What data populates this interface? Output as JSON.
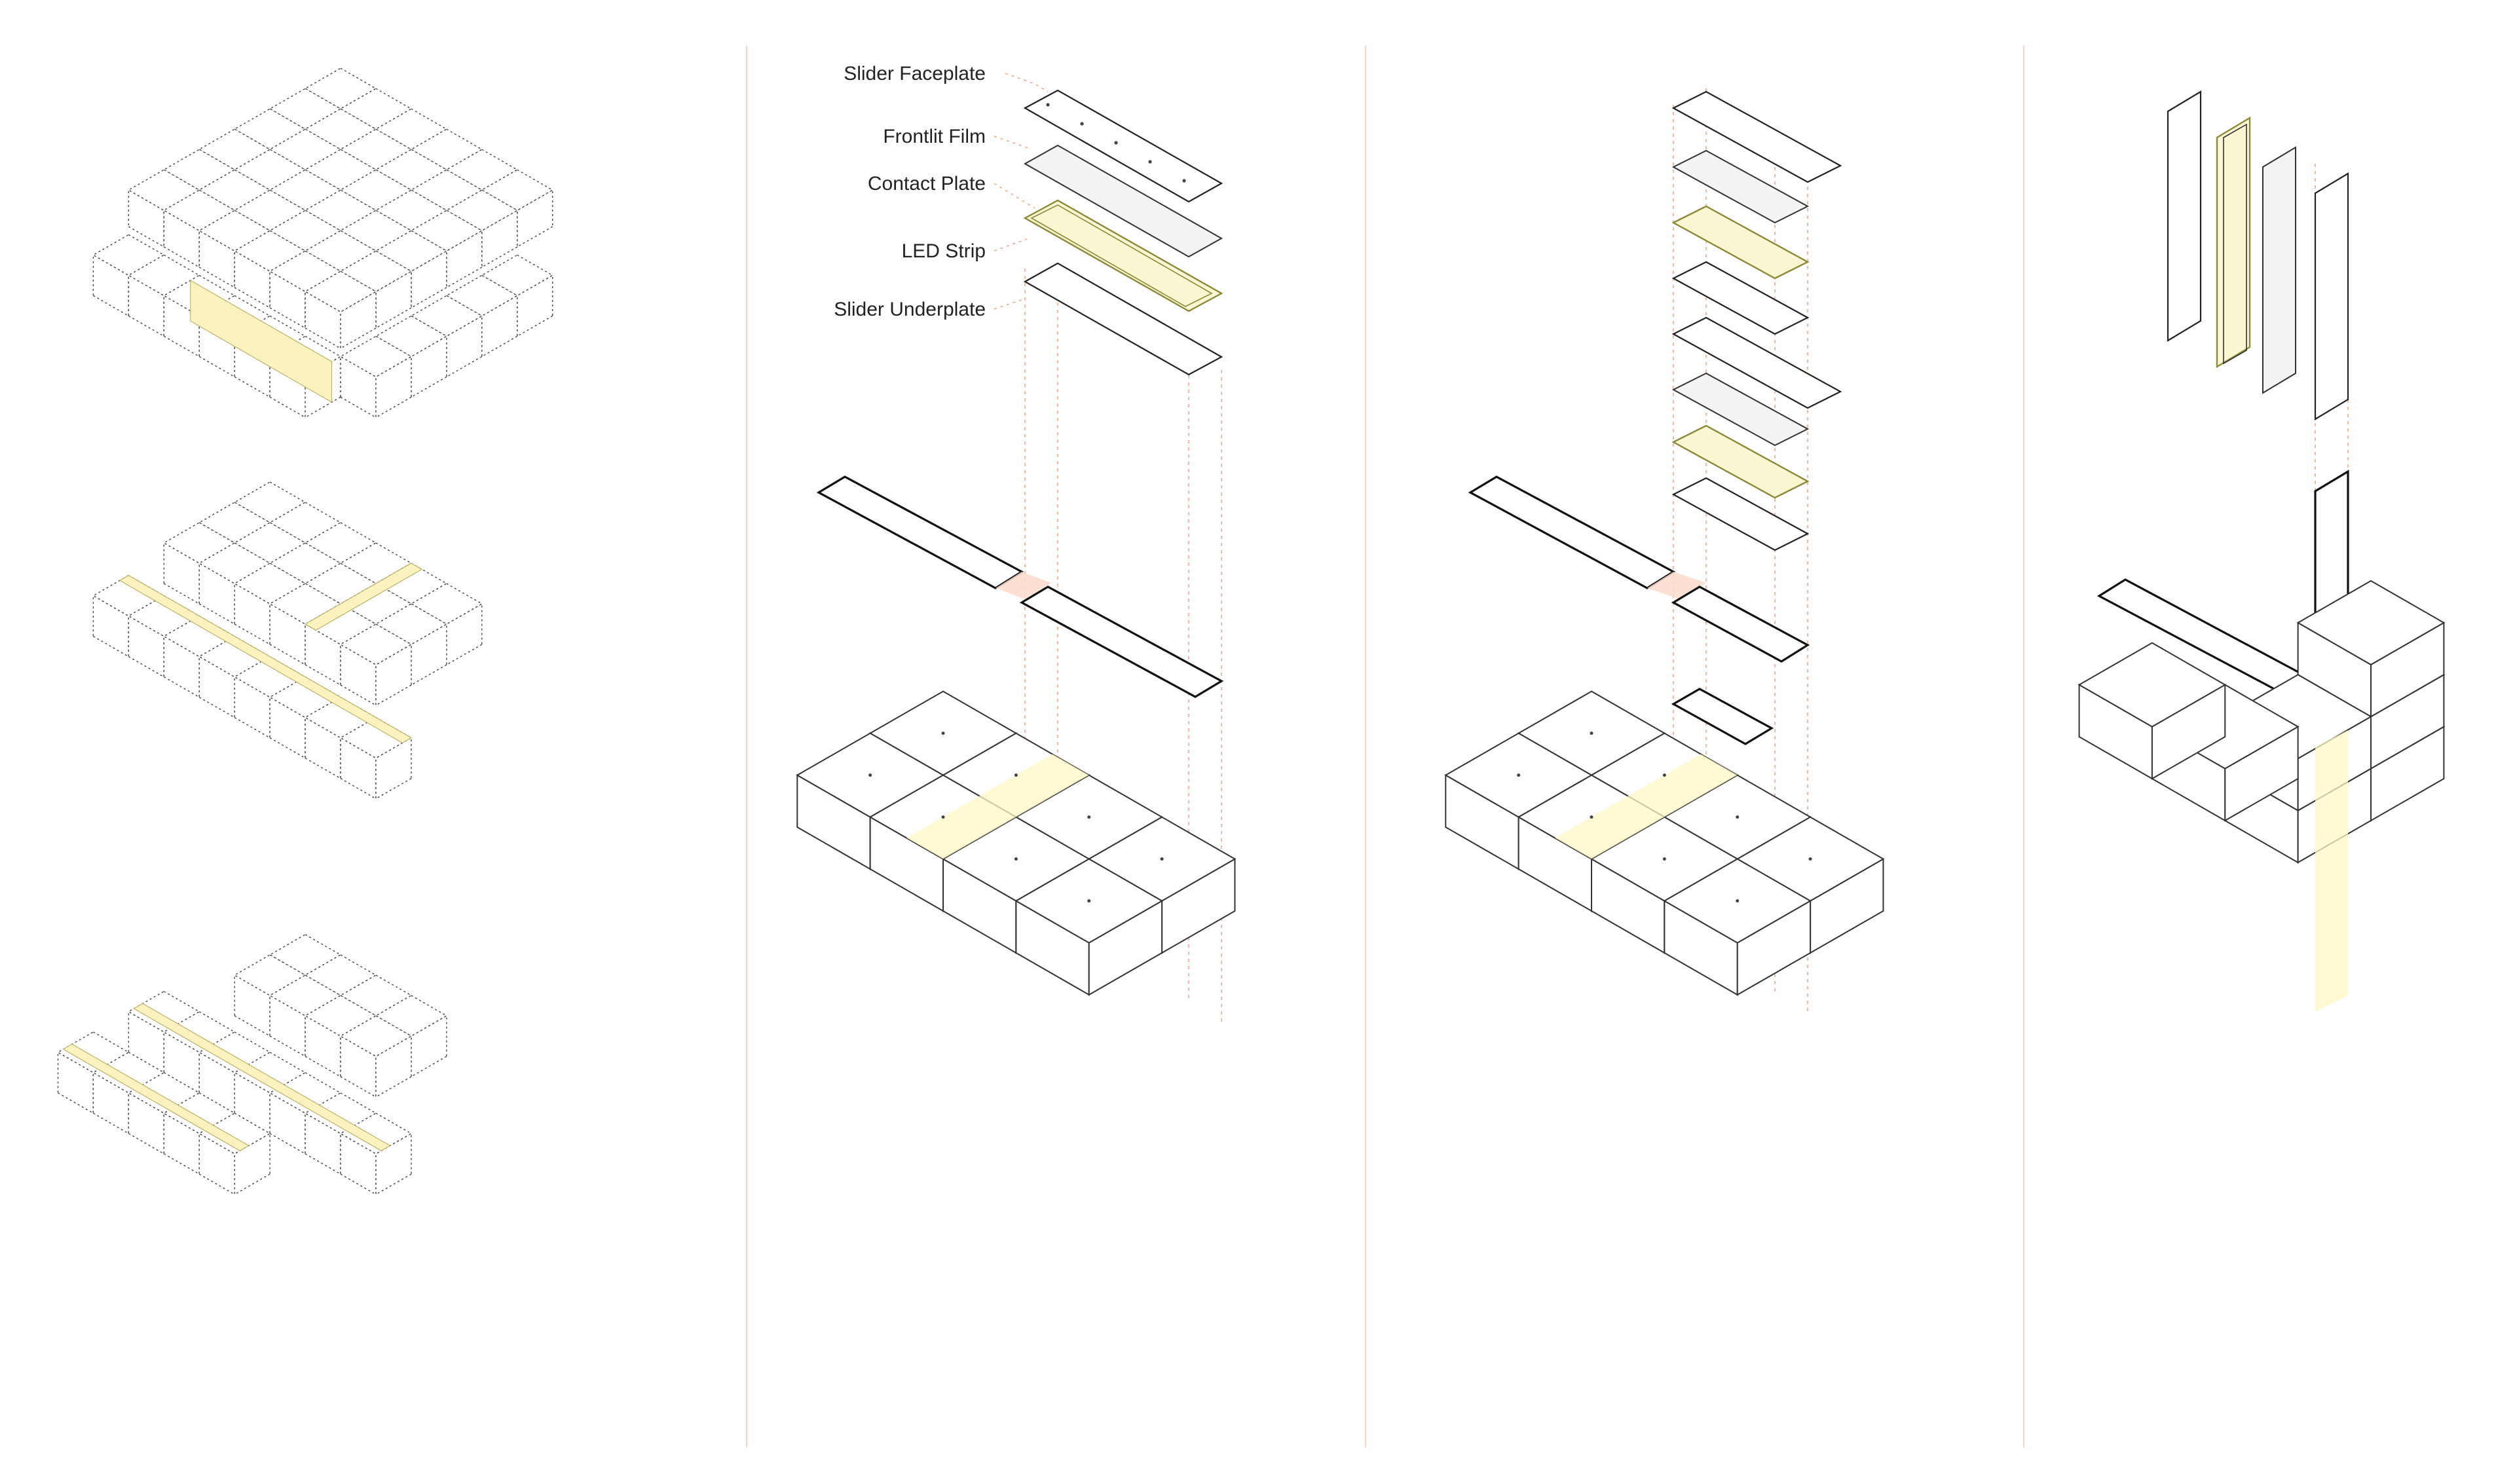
{
  "diagram": {
    "panels": [
      "assembled-tower",
      "exploded-straight-slider",
      "exploded-segmented-slider",
      "exploded-vertical-slider"
    ],
    "labels": [
      {
        "id": "slider-faceplate",
        "text": "Slider Faceplate"
      },
      {
        "id": "frontlit-film",
        "text": "Frontlit Film"
      },
      {
        "id": "contact-plate",
        "text": "Contact Plate"
      },
      {
        "id": "led-strip",
        "text": "LED Strip"
      },
      {
        "id": "slider-underplate",
        "text": "Slider Underplate"
      }
    ],
    "colors": {
      "led_highlight": "#fbf2bf",
      "guide_lines": "#f0a890",
      "joint_highlight": "#fbd8c8",
      "divider": "#f3c8b8",
      "outline": "#222222"
    }
  }
}
